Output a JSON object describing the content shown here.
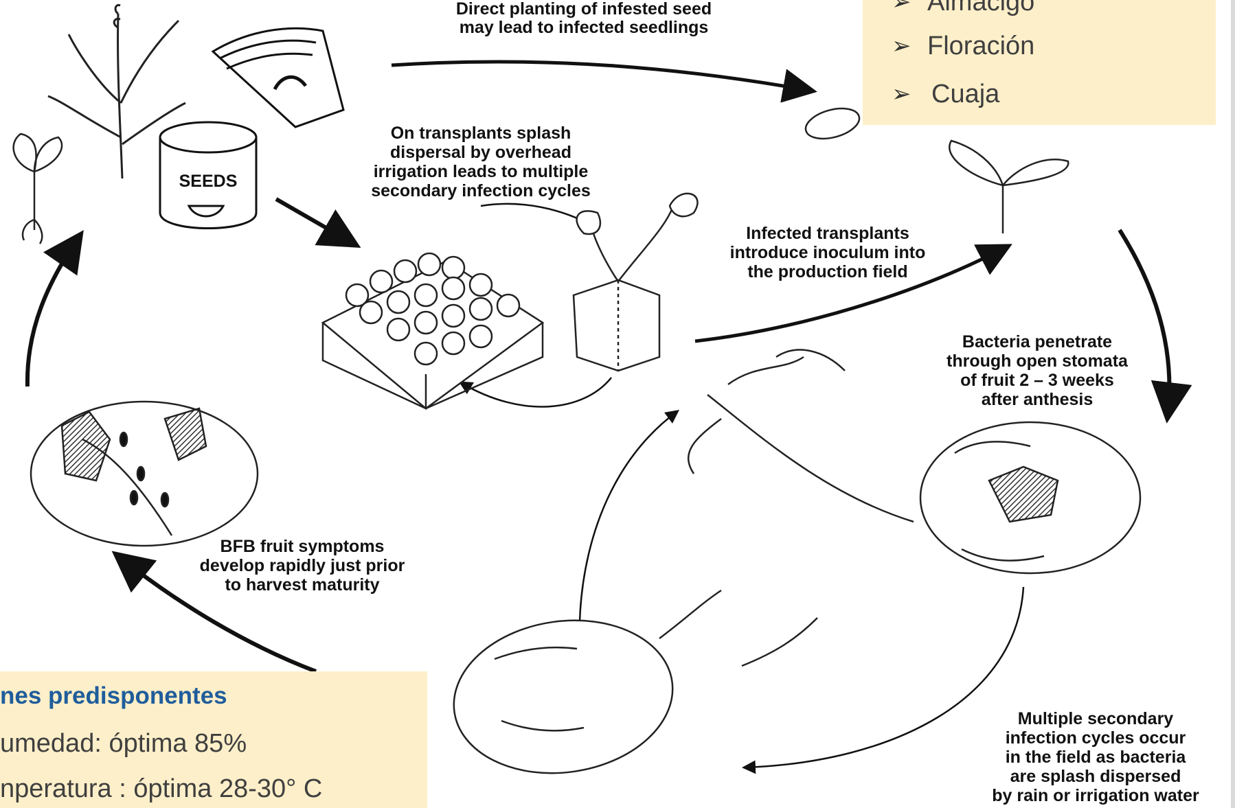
{
  "captions": {
    "direct_planting": [
      "Direct planting of infested seed",
      "may lead to infected seedlings"
    ],
    "transplants_splash": [
      "On transplants splash",
      "dispersal by overhead",
      "irrigation leads to multiple",
      "secondary infection cycles"
    ],
    "infected_transplants": [
      "Infected transplants",
      "introduce inoculum into",
      "the production field"
    ],
    "bacteria_penetrate": [
      "Bacteria penetrate",
      "through open stomata",
      "of fruit 2 – 3 weeks",
      "after anthesis"
    ],
    "bfb_symptoms": [
      "BFB fruit symptoms",
      "develop rapidly just prior",
      "to harvest maturity"
    ],
    "multiple_secondary": [
      "Multiple secondary",
      "infection cycles occur",
      "in the field as bacteria",
      "are splash dispersed",
      "by rain or irrigation water"
    ]
  },
  "seed_can_label": "SEEDS",
  "stages_box": {
    "items": [
      "Almácigo",
      "Floración",
      "Cuaja"
    ]
  },
  "conditions_box": {
    "title": "nes predisponentes",
    "items": [
      "umedad: óptima 85%",
      "nperatura : óptima 28-30° C"
    ]
  }
}
